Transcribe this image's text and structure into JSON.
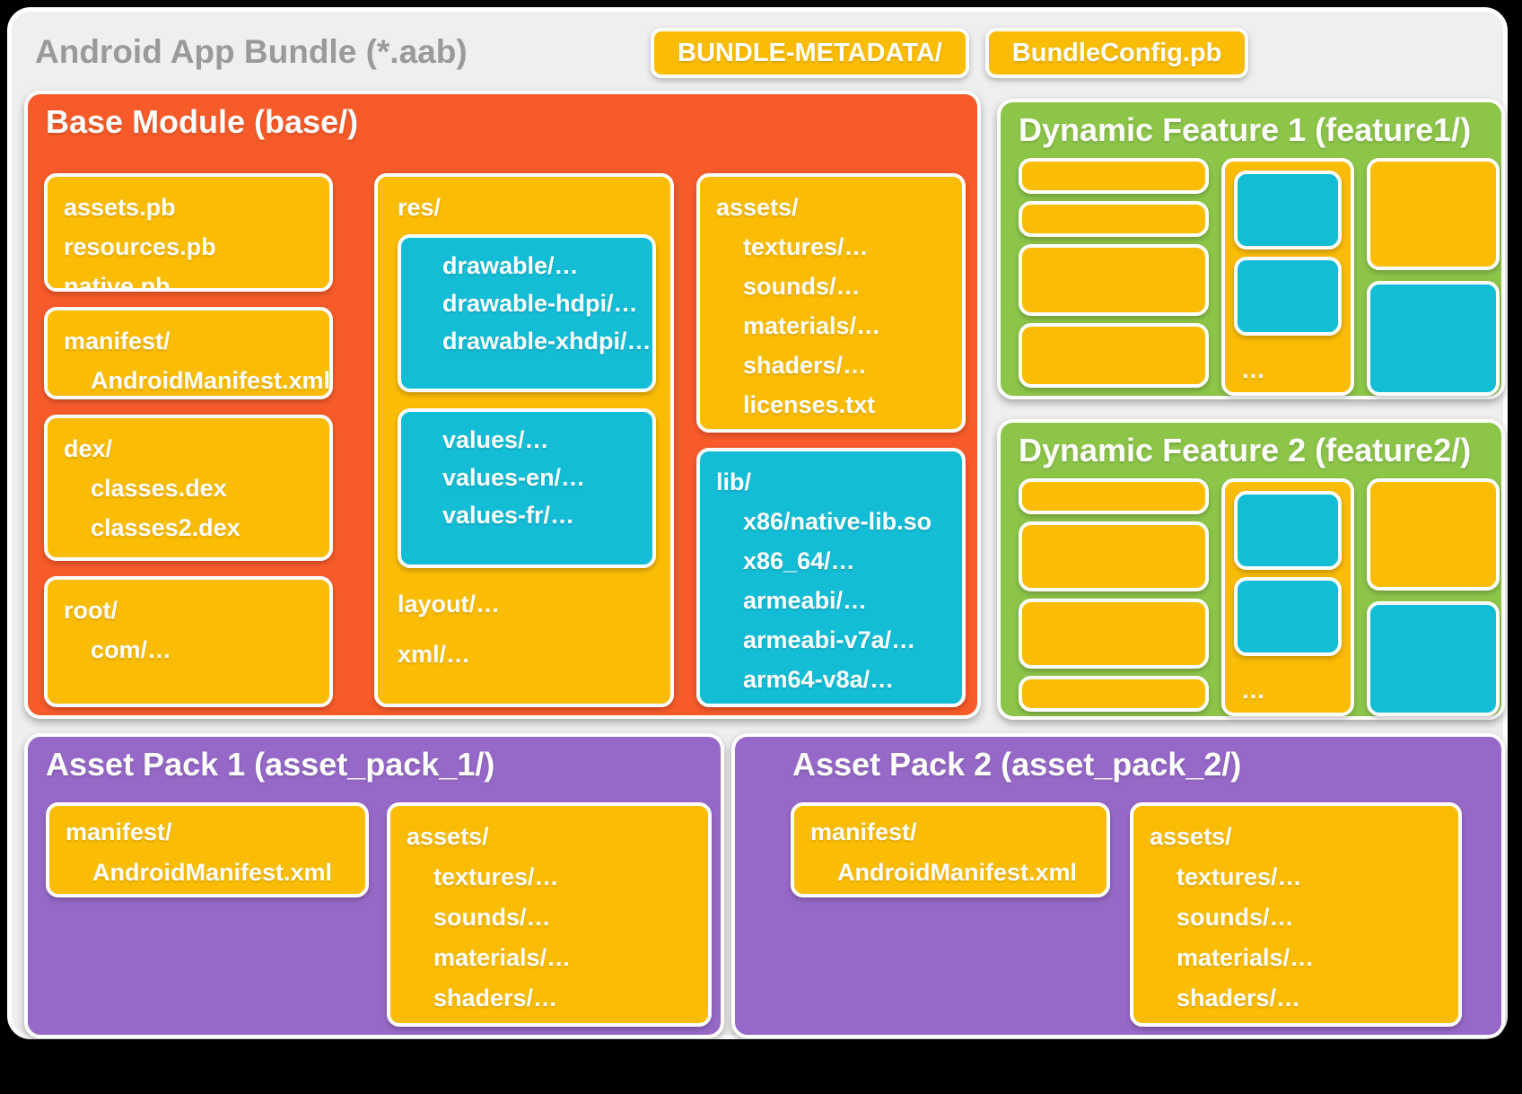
{
  "colors": {
    "orange": "#F75B2A",
    "yellow": "#FBBC05",
    "cyan": "#14BDD6",
    "green": "#8DC549",
    "purple": "#9669C8",
    "card_bg": "#EFEFEF",
    "title_gray": "#9A9A9A"
  },
  "header": {
    "title": "Android App Bundle (*.aab)",
    "buttons": [
      "BUNDLE-METADATA/",
      "BundleConfig.pb"
    ]
  },
  "base_module": {
    "title": "Base Module (base/)",
    "pb_box": {
      "lines": [
        "assets.pb",
        "resources.pb",
        "native.pb"
      ]
    },
    "manifest_box": {
      "lines": [
        "manifest/",
        "AndroidManifest.xml"
      ]
    },
    "dex_box": {
      "lines": [
        "dex/",
        "classes.dex",
        "classes2.dex",
        "…"
      ]
    },
    "root_box": {
      "lines": [
        "root/",
        "com/…",
        "…"
      ]
    },
    "res_box": {
      "label": "res/",
      "drawable_box": {
        "lines": [
          "drawable/…",
          "drawable-hdpi/…",
          "drawable-xhdpi/…",
          "…"
        ]
      },
      "values_box": {
        "lines": [
          "values/…",
          "values-en/…",
          "values-fr/…",
          "…"
        ]
      },
      "tail_lines": [
        "layout/…",
        "xml/…",
        "…"
      ]
    },
    "assets_box": {
      "lines": [
        "assets/",
        "textures/…",
        "sounds/…",
        "materials/…",
        "shaders/…",
        "licenses.txt"
      ]
    },
    "lib_box": {
      "lines": [
        "lib/",
        "x86/native-lib.so",
        "x86_64/…",
        "armeabi/…",
        "armeabi-v7a/…",
        "arm64-v8a/…"
      ]
    }
  },
  "dynamic_feature_1": {
    "title": "Dynamic Feature 1 (feature1/)",
    "ellipsis": "…"
  },
  "dynamic_feature_2": {
    "title": "Dynamic Feature 2 (feature2/)",
    "ellipsis": "…"
  },
  "asset_pack_1": {
    "title": "Asset Pack 1 (asset_pack_1/)",
    "manifest_box": {
      "lines": [
        "manifest/",
        "AndroidManifest.xml"
      ]
    },
    "assets_box": {
      "lines": [
        "assets/",
        "textures/…",
        "sounds/…",
        "materials/…",
        "shaders/…"
      ]
    }
  },
  "asset_pack_2": {
    "title": "Asset Pack 2 (asset_pack_2/)",
    "manifest_box": {
      "lines": [
        "manifest/",
        "AndroidManifest.xml"
      ]
    },
    "assets_box": {
      "lines": [
        "assets/",
        "textures/…",
        "sounds/…",
        "materials/…",
        "shaders/…"
      ]
    }
  }
}
